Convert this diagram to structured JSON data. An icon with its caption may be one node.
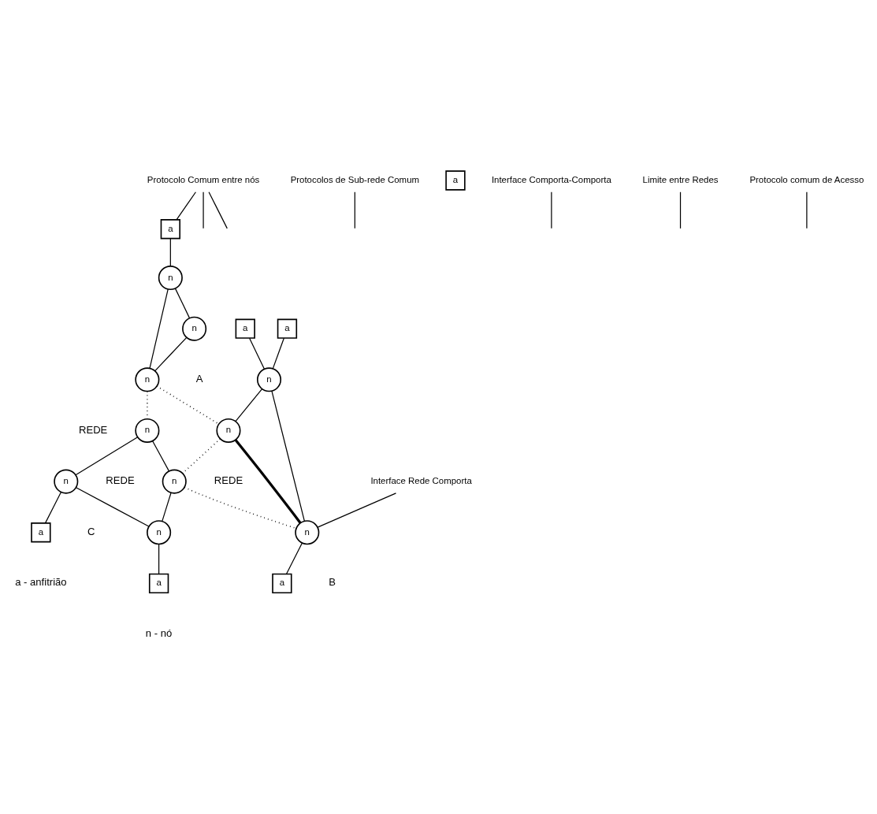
{
  "diagram": {
    "nodes": [
      {
        "text": [
          "Protocolo Comum entre nós"
        ]
      },
      {
        "text": [
          "Protocolos de Sub-rede Comum"
        ]
      },
      {
        "text": [
          "a"
        ]
      },
      {
        "text": [
          "a"
        ]
      },
      {
        "text": [
          "a"
        ]
      },
      {
        "text": [
          "n"
        ]
      },
      {
        "text": [
          "n"
        ]
      },
      {
        "text": [
          "n"
        ]
      },
      {
        "text": [
          "n"
        ]
      },
      {
        "text": [
          "Interface Rede Comporta"
        ]
      },
      {
        "text": [
          "a"
        ]
      },
      {
        "text": [
          "n"
        ]
      },
      {
        "text": [
          "n"
        ]
      },
      {
        "text": [
          "a"
        ]
      },
      {
        "text": [
          "Interface Comporta-Comporta"
        ]
      },
      {
        "text": [
          "n"
        ]
      },
      {
        "text": [
          "n"
        ]
      },
      {
        "text": [
          "n"
        ]
      },
      {
        "text": [
          "n"
        ]
      },
      {
        "text": [
          "Limite entre Redes"
        ]
      },
      {
        "text": [
          "a"
        ]
      },
      {
        "text": [
          "a"
        ]
      },
      {
        "text": [
          "Protocolo comum de Acesso"
        ]
      }
    ],
    "edges": [
      {
        "from": 0,
        "to": 2,
        "arrow": "none"
      },
      {
        "from": 0,
        "to": null,
        "arrow": "none"
      },
      {
        "from": 0,
        "to": null,
        "arrow": "none"
      },
      {
        "from": 1,
        "to": null,
        "arrow": "none"
      },
      {
        "from": 2,
        "to": 5,
        "arrow": "none"
      },
      {
        "from": 3,
        "to": 6,
        "arrow": "none"
      },
      {
        "from": 4,
        "to": 6,
        "arrow": "none"
      },
      {
        "from": 5,
        "to": 7,
        "arrow": "none"
      },
      {
        "from": 5,
        "to": 11,
        "arrow": "none"
      },
      {
        "from": 11,
        "to": 7,
        "arrow": "none"
      },
      {
        "from": 6,
        "to": 8,
        "arrow": "none"
      },
      {
        "from": 6,
        "to": 12,
        "arrow": "none"
      },
      {
        "from": 8,
        "to": 12,
        "arrow": "none",
        "style": "thick"
      },
      {
        "from": 12,
        "to": 13,
        "arrow": "none"
      },
      {
        "from": 9,
        "to": 12,
        "arrow": "none"
      },
      {
        "from": 7,
        "to": 8,
        "arrow": "none",
        "style": "dashed"
      },
      {
        "from": 7,
        "to": 15,
        "arrow": "none",
        "style": "dashed"
      },
      {
        "from": 8,
        "to": 16,
        "arrow": "none",
        "style": "dashed"
      },
      {
        "from": 16,
        "to": 12,
        "arrow": "none",
        "style": "dashed"
      },
      {
        "from": 14,
        "to": null,
        "arrow": "none"
      },
      {
        "from": 15,
        "to": 16,
        "arrow": "none"
      },
      {
        "from": 15,
        "to": 17,
        "arrow": "none"
      },
      {
        "from": 16,
        "to": 18,
        "arrow": "none"
      },
      {
        "from": 17,
        "to": 18,
        "arrow": "none"
      },
      {
        "from": 17,
        "to": 20,
        "arrow": "none"
      },
      {
        "from": 18,
        "to": 21,
        "arrow": "none"
      },
      {
        "from": 19,
        "to": null,
        "arrow": "none"
      },
      {
        "from": 22,
        "to": null,
        "arrow": "none"
      }
    ],
    "labels": [
      "REDE",
      "A",
      "REDE",
      "B",
      "REDE",
      "C",
      "a - anfitrião",
      "n - nó"
    ]
  }
}
